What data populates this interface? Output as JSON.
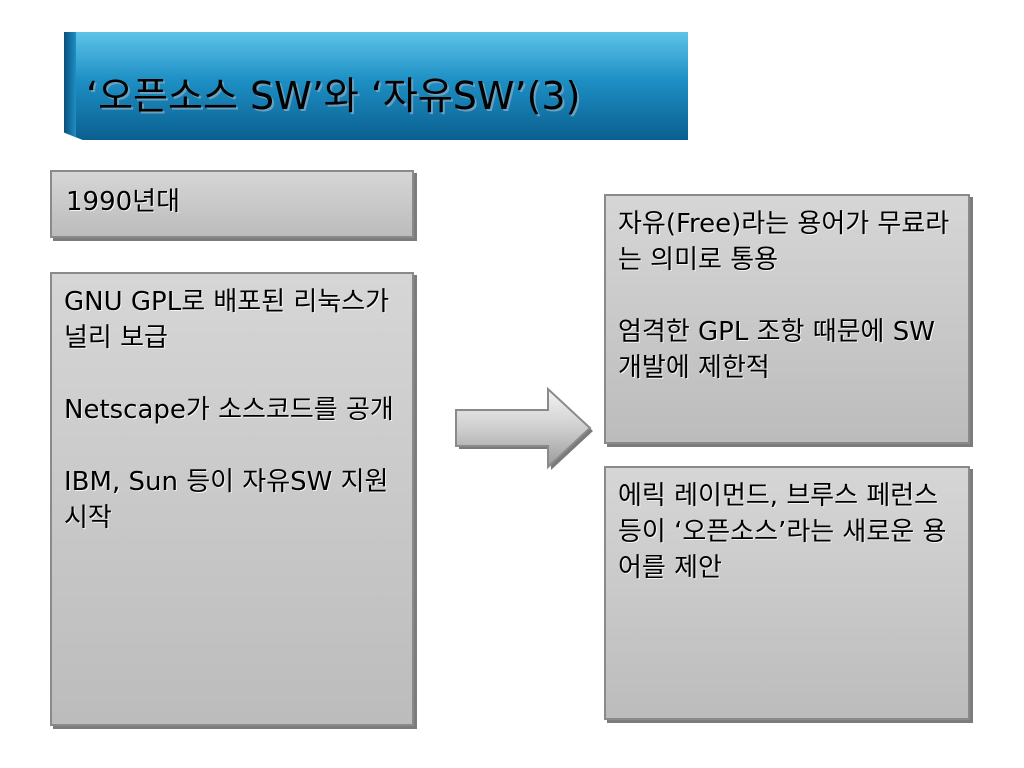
{
  "title": "‘오픈소스 SW’와 ‘자유SW’(3)",
  "decade_label": "1990년대",
  "left_panel": {
    "item1": "GNU GPL로 배포된 리눅스가 널리 보급",
    "item2": "Netscape가 소스코드를 공개",
    "item3": "IBM, Sun 등이 자유SW 지원 시작"
  },
  "right_top_panel": {
    "item1": "자유(Free)라는 용어가 무료라는 의미로 통용",
    "item2": "엄격한 GPL 조항 때문에 SW개발에 제한적"
  },
  "right_bottom_panel": {
    "item1": "에릭 레이먼드, 브루스 페런스 등이 ‘오픈소스’라는 새로운 용어를 제안"
  },
  "colors": {
    "title_bg": "#1d8fc4",
    "panel_bg": "#c8c8c8",
    "arrow_fill": "#d0d0d0"
  }
}
